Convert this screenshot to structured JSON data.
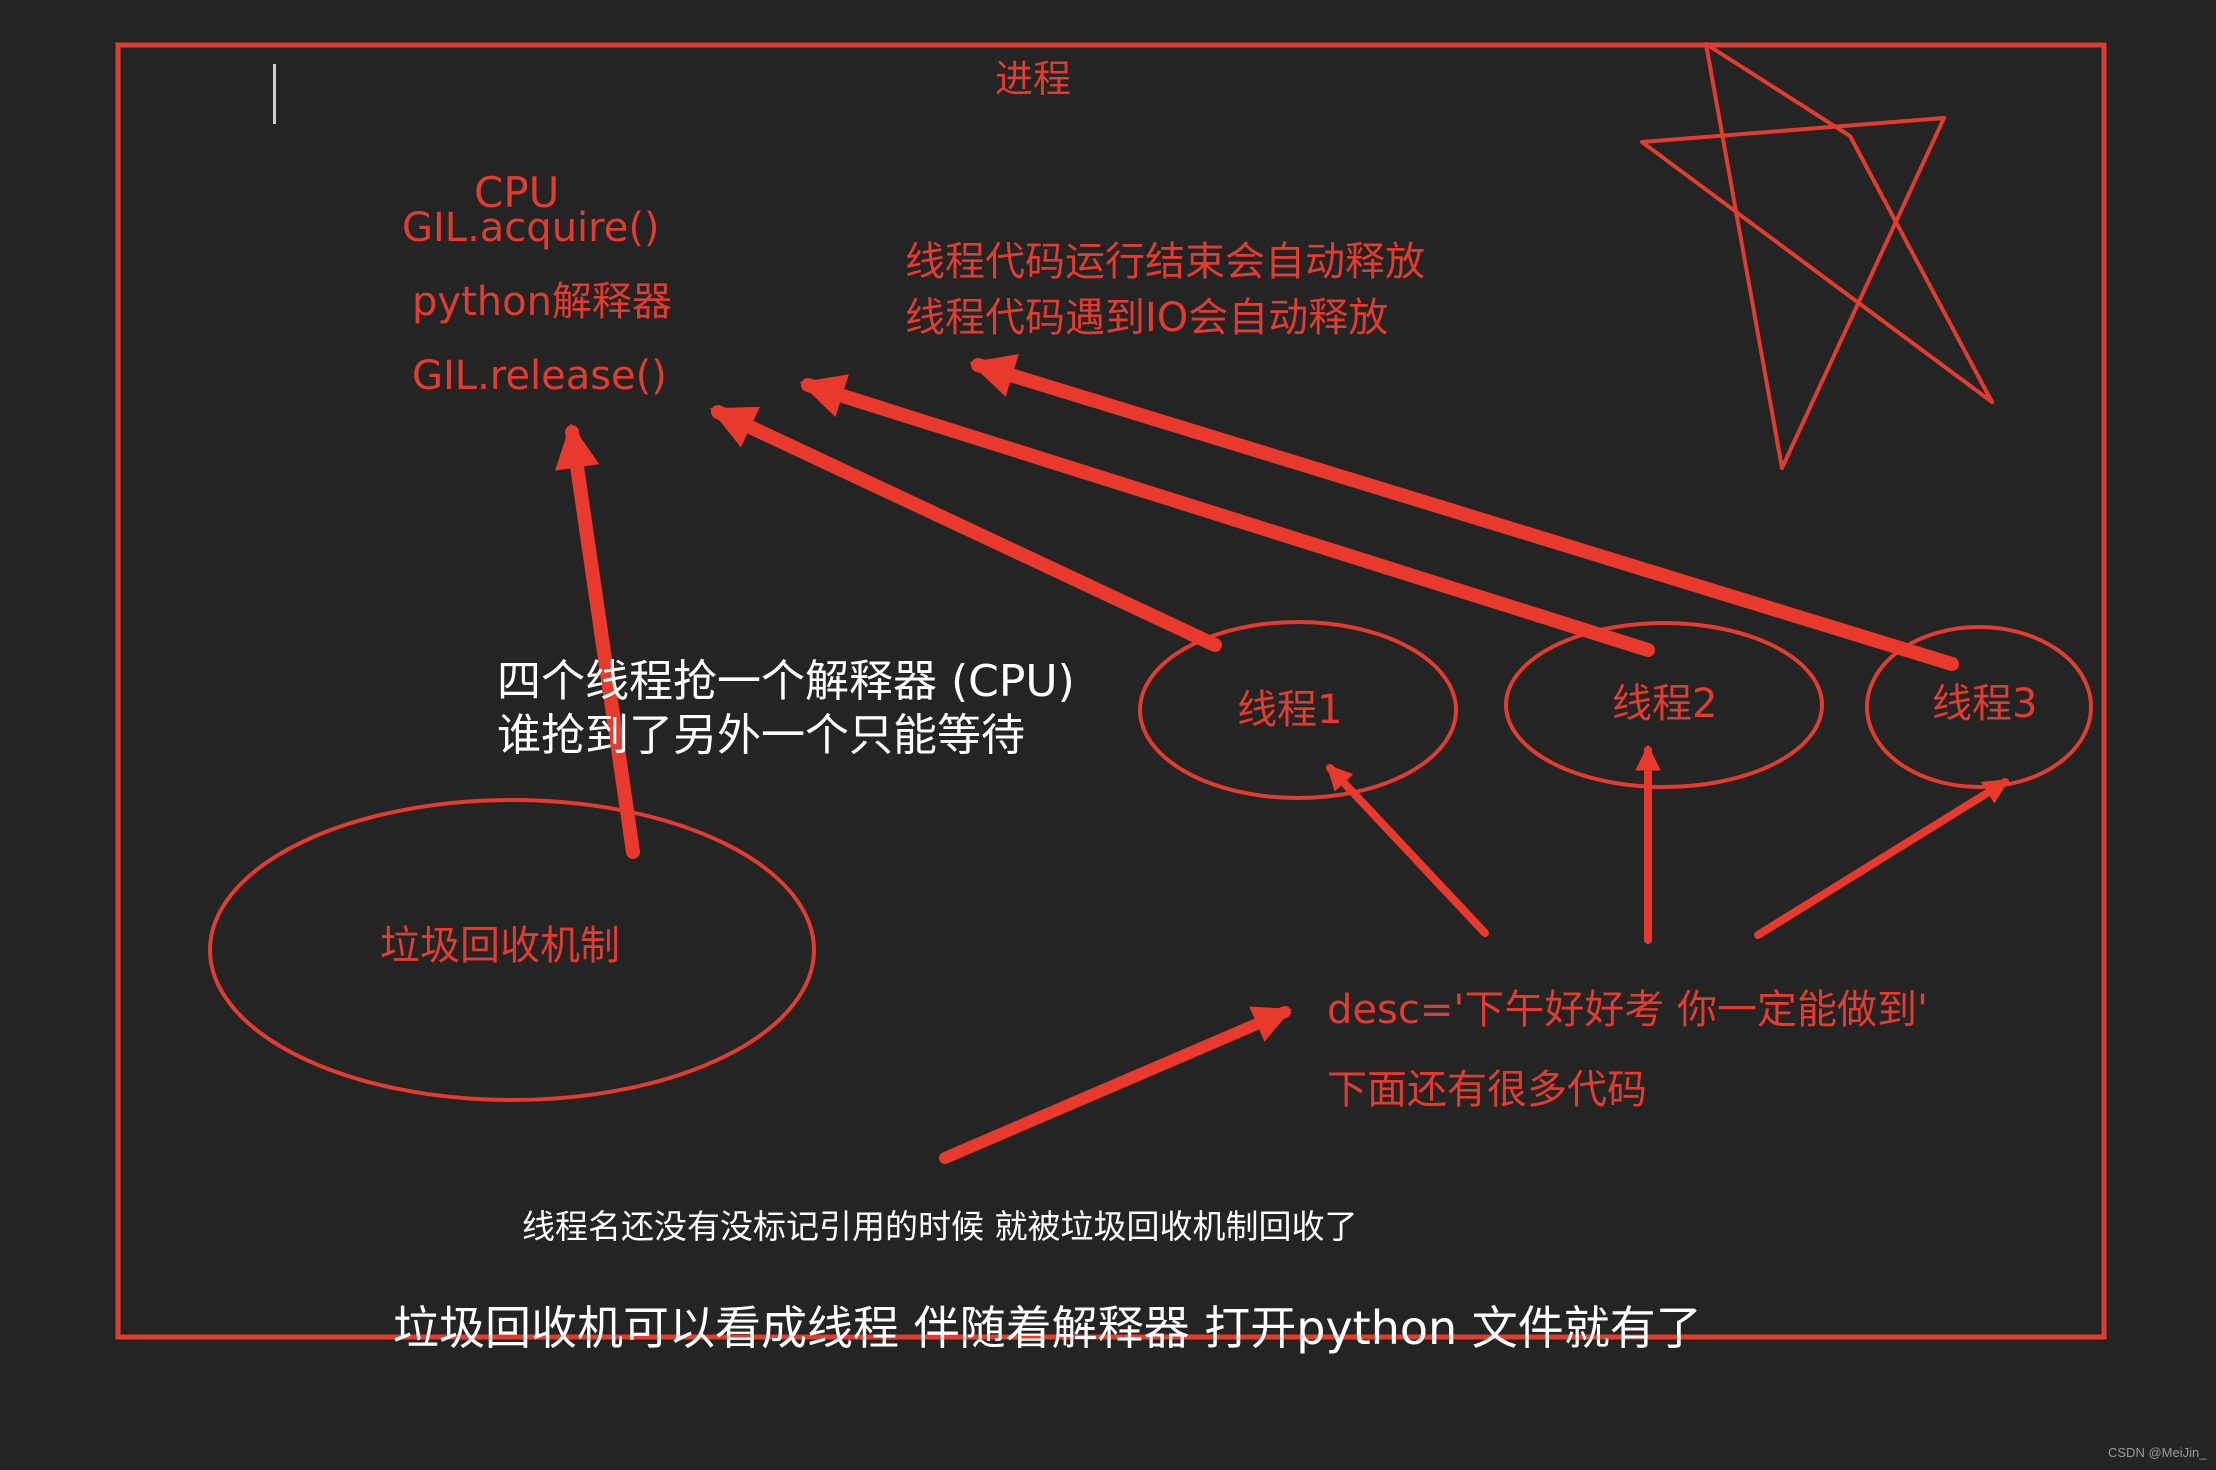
{
  "colors": {
    "background": "#242424",
    "annotation_red": "#e23b30",
    "annotation_white": "#ffffff",
    "watermark": "#9a9a9a"
  },
  "process_box": {
    "label": "进程"
  },
  "cpu_block": {
    "title": "CPU",
    "acquire": "GIL.acquire()",
    "interpreter": "python解释器",
    "release": "GIL.release()"
  },
  "release_notes": {
    "line1": "线程代码运行结束会自动释放",
    "line2": "线程代码遇到IO会自动释放"
  },
  "threads": [
    {
      "label": "线程1"
    },
    {
      "label": "线程2"
    },
    {
      "label": "线程3"
    }
  ],
  "gc": {
    "label": "垃圾回收机制"
  },
  "competition_note": {
    "line1": "四个线程抢一个解释器 (CPU)",
    "line2": "谁抢到了另外一个只能等待"
  },
  "code_block": {
    "line1": "desc='下午好好考 你一定能做到'",
    "line2": "下面还有很多代码"
  },
  "footer": {
    "note": "线程名还没有没标记引用的时候 就被垃圾回收机制回收了",
    "summary": "垃圾回收机可以看成线程 伴随着解释器 打开python 文件就有了"
  },
  "watermark": "CSDN @MeiJin_"
}
